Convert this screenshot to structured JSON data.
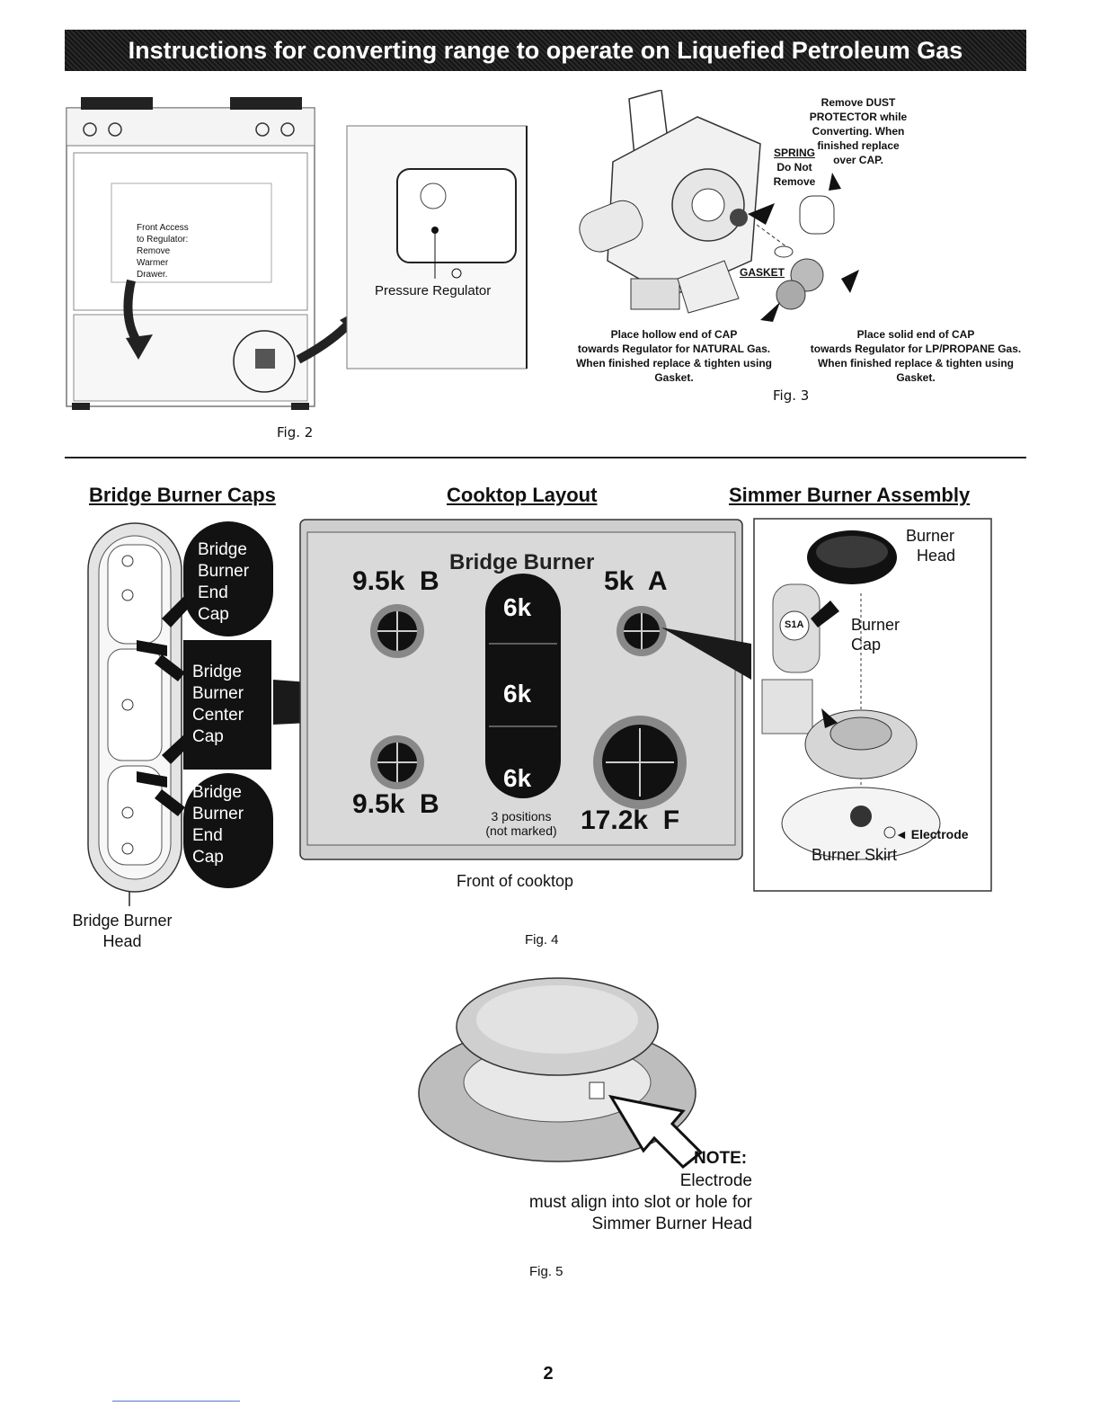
{
  "header": {
    "title": "Instructions for converting range to operate on Liquefied Petroleum Gas"
  },
  "fig2": {
    "access_note": [
      "Front Access",
      "to Regulator:",
      "Remove",
      "Warmer",
      "Drawer."
    ],
    "pressure_label": "Pressure Regulator",
    "caption": "Fig. 2"
  },
  "fig3": {
    "dust_note": [
      "Remove DUST",
      "PROTECTOR while",
      "Converting. When",
      "finished replace",
      "over CAP."
    ],
    "spring_note": [
      "SPRING",
      "Do Not",
      "Remove"
    ],
    "gasket": "GASKET",
    "hollow_note": [
      "Place hollow end of CAP",
      "towards Regulator for NATURAL Gas.",
      "When finished replace & tighten using Gasket."
    ],
    "solid_note": [
      "Place solid end of CAP",
      "towards Regulator for LP/PROPANE Gas.",
      "When finished replace & tighten using Gasket."
    ],
    "caption": "Fig. 3"
  },
  "fig4": {
    "bridge_caps": {
      "title": "Bridge Burner Caps",
      "end_cap_top": [
        "Bridge",
        "Burner",
        "End",
        "Cap"
      ],
      "center_cap": [
        "Bridge",
        "Burner",
        "Center",
        "Cap"
      ],
      "end_cap_bottom": [
        "Bridge",
        "Burner",
        "End",
        "Cap"
      ],
      "head": [
        "Bridge Burner",
        "Head"
      ]
    },
    "cooktop": {
      "title": "Cooktop Layout",
      "bridge_label": "Bridge Burner",
      "left_rear": "9.5k  B",
      "right_rear": "5k  A",
      "left_front": "9.5k  B",
      "right_front": "17.2k  F",
      "bridge_values": [
        "6k",
        "6k",
        "6k"
      ],
      "positions_note": [
        "3 positions",
        "(not marked)"
      ],
      "front_label": "Front of cooktop"
    },
    "simmer": {
      "title": "Simmer Burner Assembly",
      "head": [
        "Burner",
        "Head"
      ],
      "cap": [
        "Burner",
        "Cap"
      ],
      "electrode": "Electrode",
      "skirt": "Burner Skirt",
      "cap_mark": "S1A"
    },
    "caption": "Fig. 4"
  },
  "fig5": {
    "note_title": "NOTE:",
    "note_lines": [
      "Electrode",
      "must align into slot or hole for",
      "Simmer Burner Head"
    ],
    "caption": "Fig. 5"
  },
  "footer": {
    "page_number": "2"
  }
}
